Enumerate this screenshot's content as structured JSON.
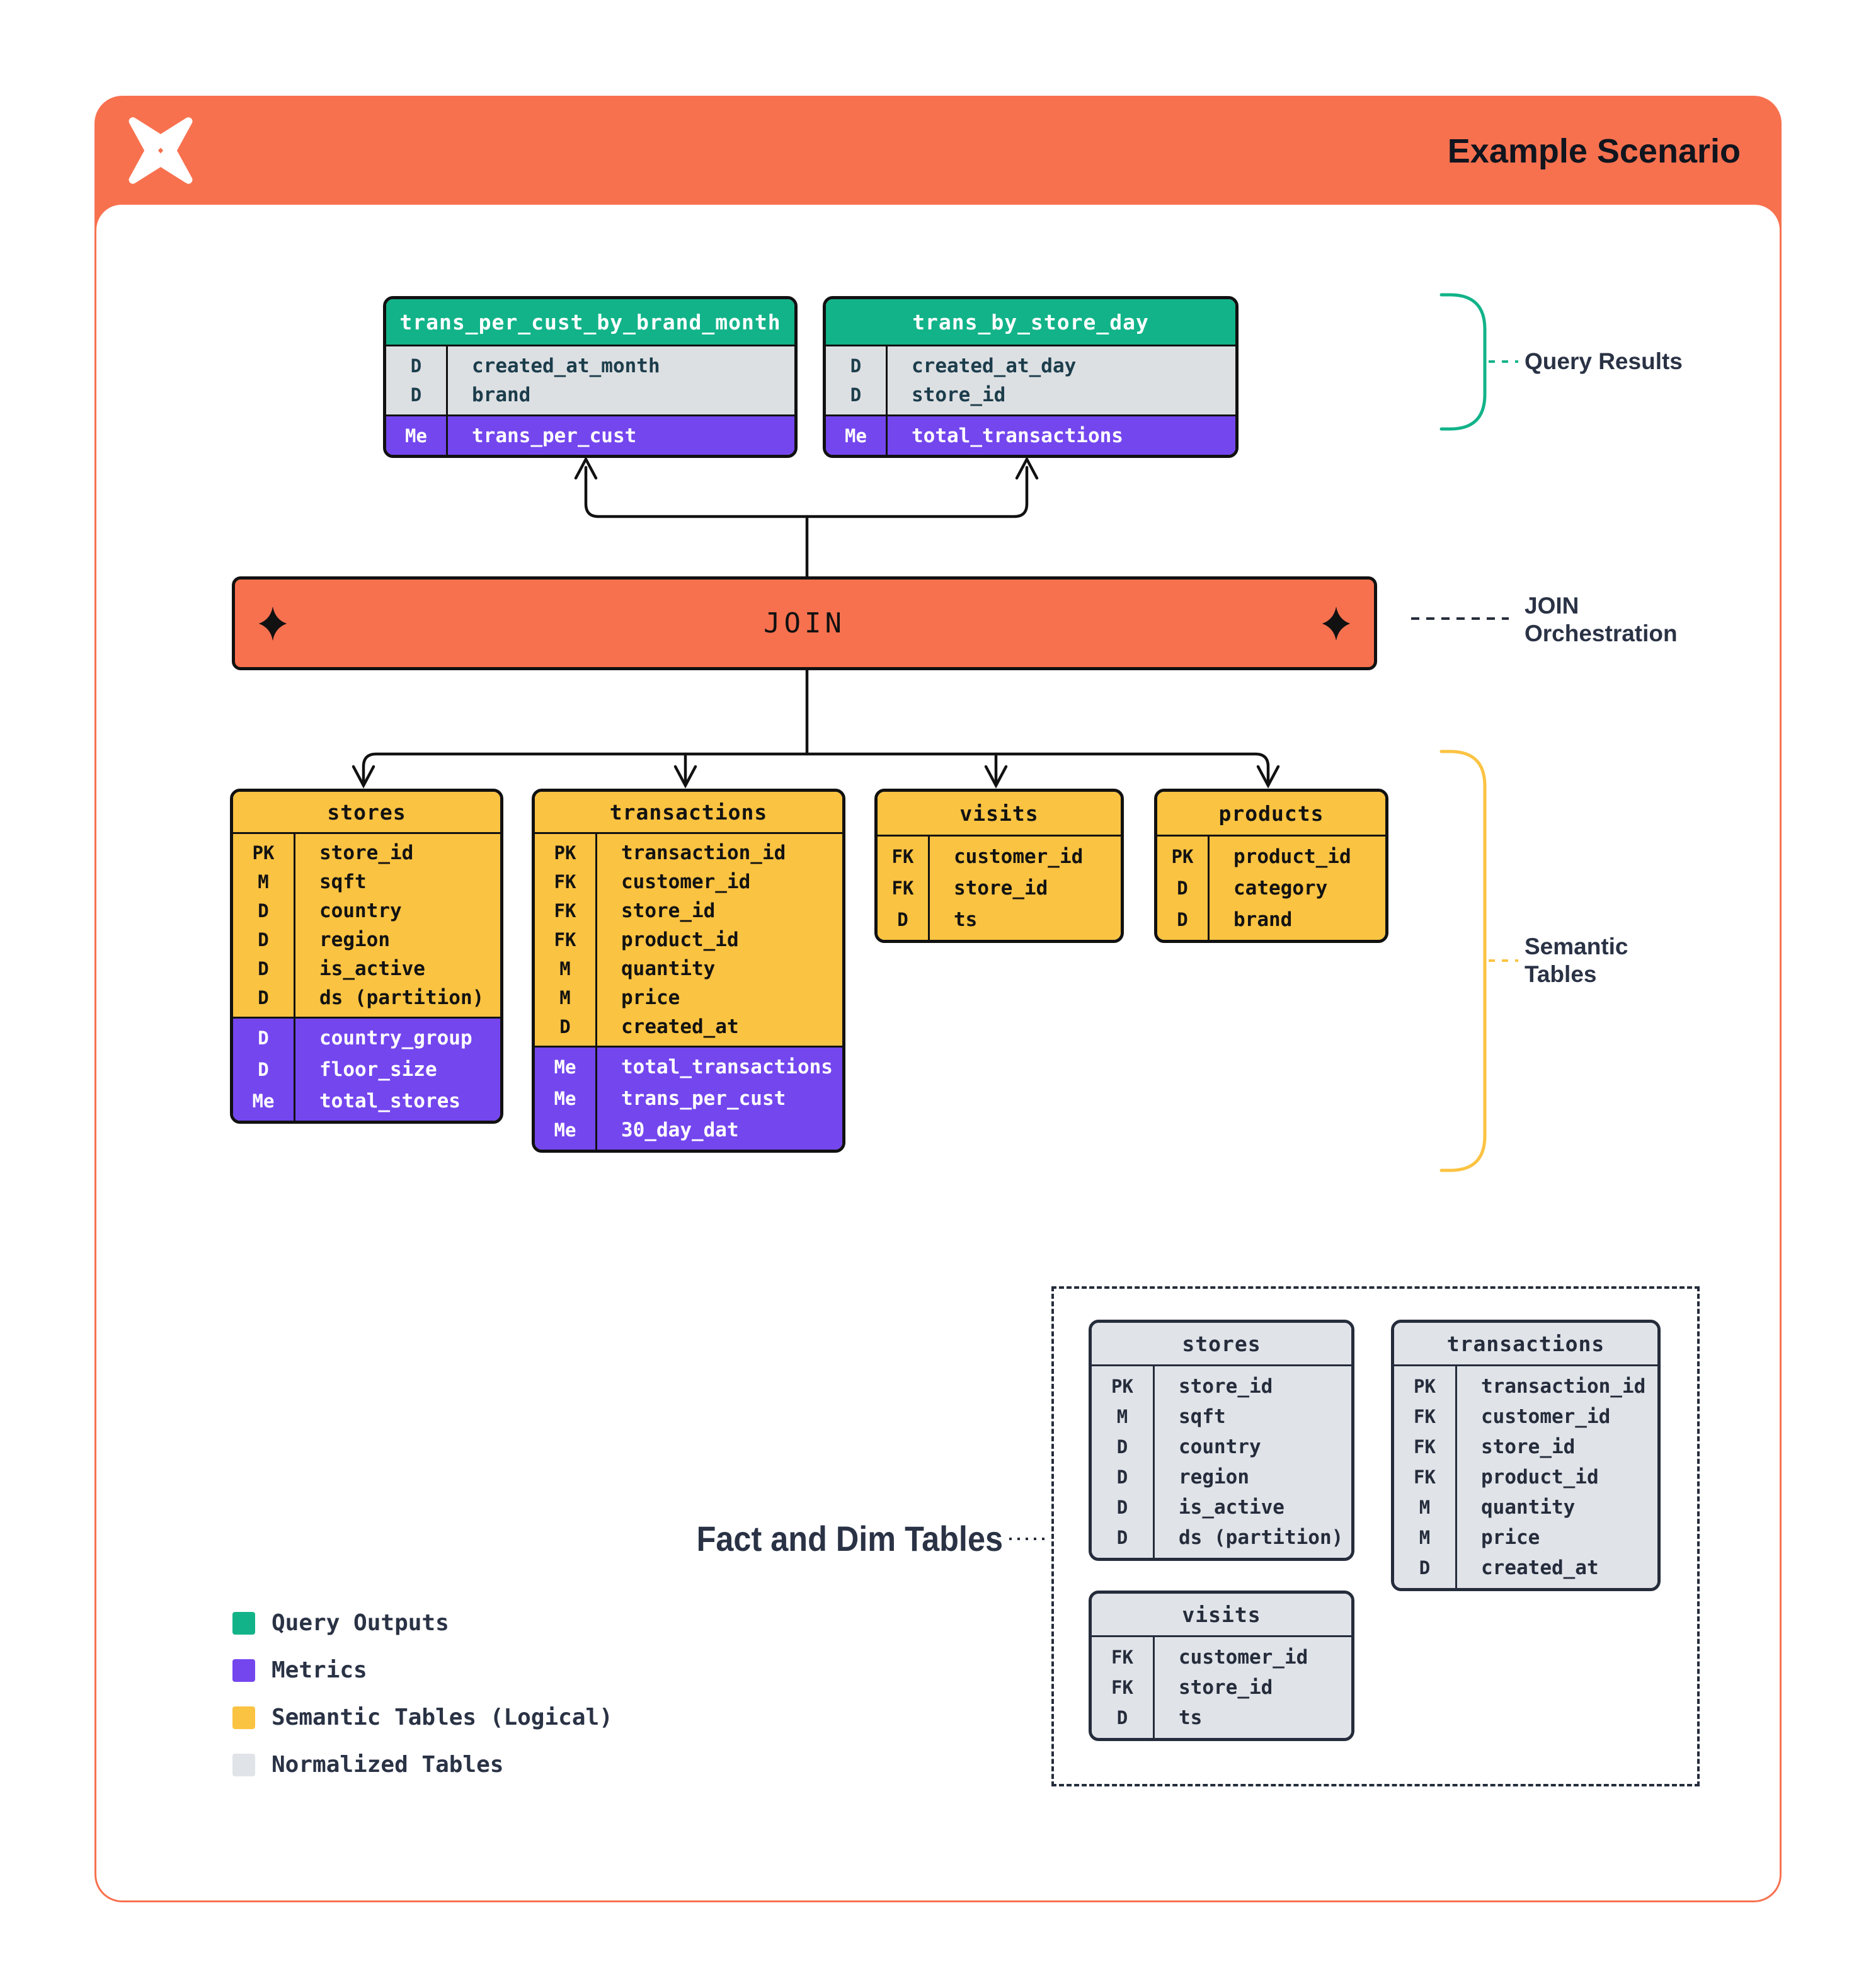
{
  "header": {
    "title": "Example Scenario",
    "logo_icon": "pinwheel-star-logo",
    "bg_color": "#F8714F"
  },
  "join": {
    "label": "JOIN",
    "icon": "four-point-sparkle-icon",
    "bg_color": "#F8714F"
  },
  "annotations": {
    "query_results": {
      "lines": [
        "Query Results"
      ],
      "bracket_color": "#12B389"
    },
    "join_orchestration": {
      "lines": [
        "JOIN",
        "Orchestration"
      ]
    },
    "semantic_tables": {
      "lines": [
        "Semantic",
        "Tables"
      ],
      "bracket_color": "#FBC342"
    },
    "fact_and_dim": {
      "lines": [
        "Fact and Dim Tables"
      ]
    }
  },
  "legend": {
    "items": [
      {
        "label": "Query Outputs",
        "color": "#12B389"
      },
      {
        "label": "Metrics",
        "color": "#7446EE"
      },
      {
        "label": "Semantic Tables (Logical)",
        "color": "#FBC342"
      },
      {
        "label": "Normalized Tables",
        "color": "#E0E3E8"
      }
    ]
  },
  "tables": [
    {
      "id": "trans_per_cust_by_brand_month",
      "title": "trans_per_cust_by_brand_month",
      "category": "query-output",
      "rows": [
        {
          "k": "D",
          "v": "created_at_month"
        },
        {
          "k": "D",
          "v": "brand"
        }
      ],
      "metric_rows": [
        {
          "k": "Me",
          "v": "trans_per_cust"
        }
      ]
    },
    {
      "id": "trans_by_store_day",
      "title": "trans_by_store_day",
      "category": "query-output",
      "rows": [
        {
          "k": "D",
          "v": "created_at_day"
        },
        {
          "k": "D",
          "v": "store_id"
        }
      ],
      "metric_rows": [
        {
          "k": "Me",
          "v": "total_transactions"
        }
      ]
    },
    {
      "id": "stores_semantic",
      "title": "stores",
      "category": "semantic",
      "rows": [
        {
          "k": "PK",
          "v": "store_id"
        },
        {
          "k": "M",
          "v": "sqft"
        },
        {
          "k": "D",
          "v": "country"
        },
        {
          "k": "D",
          "v": "region"
        },
        {
          "k": "D",
          "v": "is_active"
        },
        {
          "k": "D",
          "v": "ds (partition)"
        }
      ],
      "metric_rows": [
        {
          "k": "D",
          "v": "country_group"
        },
        {
          "k": "D",
          "v": "floor_size"
        },
        {
          "k": "Me",
          "v": "total_stores"
        }
      ]
    },
    {
      "id": "transactions_semantic",
      "title": "transactions",
      "category": "semantic",
      "rows": [
        {
          "k": "PK",
          "v": "transaction_id"
        },
        {
          "k": "FK",
          "v": "customer_id"
        },
        {
          "k": "FK",
          "v": "store_id"
        },
        {
          "k": "FK",
          "v": "product_id"
        },
        {
          "k": "M",
          "v": "quantity"
        },
        {
          "k": "M",
          "v": "price"
        },
        {
          "k": "D",
          "v": "created_at"
        }
      ],
      "metric_rows": [
        {
          "k": "Me",
          "v": "total_transactions"
        },
        {
          "k": "Me",
          "v": "trans_per_cust"
        },
        {
          "k": "Me",
          "v": "30_day_dat"
        }
      ]
    },
    {
      "id": "visits_semantic",
      "title": "visits",
      "category": "semantic",
      "rows": [
        {
          "k": "FK",
          "v": "customer_id"
        },
        {
          "k": "FK",
          "v": "store_id"
        },
        {
          "k": "D",
          "v": "ts"
        }
      ],
      "metric_rows": []
    },
    {
      "id": "products_semantic",
      "title": "products",
      "category": "semantic",
      "rows": [
        {
          "k": "PK",
          "v": "product_id"
        },
        {
          "k": "D",
          "v": "category"
        },
        {
          "k": "D",
          "v": "brand"
        }
      ],
      "metric_rows": []
    },
    {
      "id": "stores_normalized",
      "title": "stores",
      "category": "normalized",
      "rows": [
        {
          "k": "PK",
          "v": "store_id"
        },
        {
          "k": "M",
          "v": "sqft"
        },
        {
          "k": "D",
          "v": "country"
        },
        {
          "k": "D",
          "v": "region"
        },
        {
          "k": "D",
          "v": "is_active"
        },
        {
          "k": "D",
          "v": "ds (partition)"
        }
      ],
      "metric_rows": []
    },
    {
      "id": "transactions_normalized",
      "title": "transactions",
      "category": "normalized",
      "rows": [
        {
          "k": "PK",
          "v": "transaction_id"
        },
        {
          "k": "FK",
          "v": "customer_id"
        },
        {
          "k": "FK",
          "v": "store_id"
        },
        {
          "k": "FK",
          "v": "product_id"
        },
        {
          "k": "M",
          "v": "quantity"
        },
        {
          "k": "M",
          "v": "price"
        },
        {
          "k": "D",
          "v": "created_at"
        }
      ],
      "metric_rows": []
    },
    {
      "id": "visits_normalized",
      "title": "visits",
      "category": "normalized",
      "rows": [
        {
          "k": "FK",
          "v": "customer_id"
        },
        {
          "k": "FK",
          "v": "store_id"
        },
        {
          "k": "D",
          "v": "ts"
        }
      ],
      "metric_rows": []
    }
  ],
  "colors": {
    "accent_orange": "#F8714F",
    "query_output_green": "#12B389",
    "metric_purple": "#7446EE",
    "semantic_yellow": "#FBC342",
    "normalized_gray": "#E0E3E8",
    "result_row_gray": "#DDE0E3",
    "navy_text": "#2A3245",
    "line_black": "#111111"
  }
}
